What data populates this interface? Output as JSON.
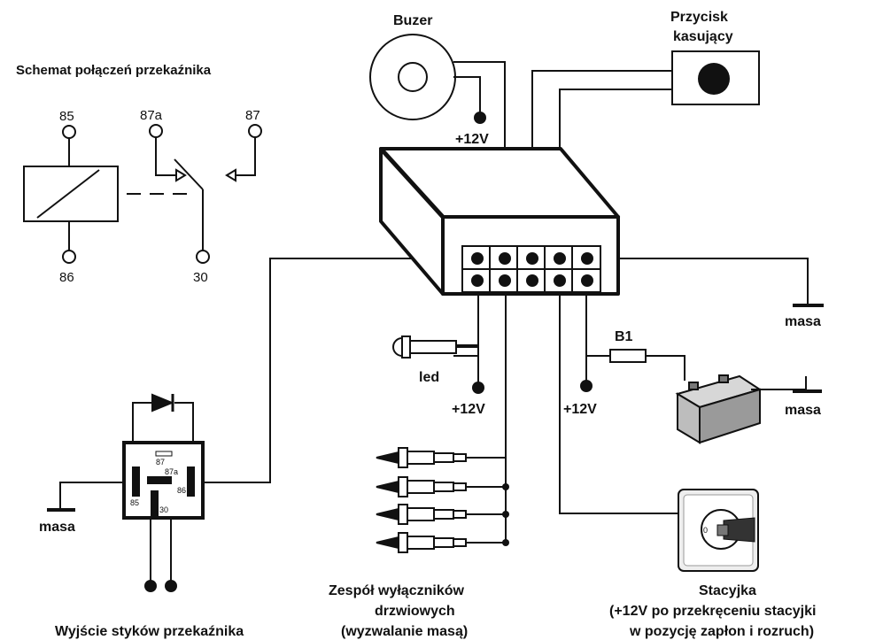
{
  "labels": {
    "schema_title": "Schemat połączeń przekaźnika",
    "buzer": "Buzer",
    "przycisk_line1": "Przycisk",
    "przycisk_line2": "kasujący",
    "v12_buzer": "+12V",
    "v12_led": "+12V",
    "v12_fuse": "+12V",
    "masa_right": "masa",
    "masa_battery": "masa",
    "masa_left": "masa",
    "b1": "B1",
    "led": "led",
    "door_line1": "Zespół  wyłączników",
    "door_line2": "drzwiowych",
    "door_line3": "(wyzwalanie masą)",
    "stacyjka_line1": "Stacyjka",
    "stacyjka_line2": "(+12V po przekręceniu stacyjki",
    "stacyjka_line3": "w pozycję zapłon i rozruch)",
    "relay_output": "Wyjście styków przekaźnika"
  },
  "relay_pins": {
    "p85": "85",
    "p87a": "87a",
    "p87": "87",
    "p86": "86",
    "p30": "30"
  },
  "relay_body_pins": {
    "p87": "87",
    "p87a": "87a",
    "p85": "85",
    "p86": "86",
    "p30": "30"
  },
  "ignition": {
    "pos0": "0"
  }
}
